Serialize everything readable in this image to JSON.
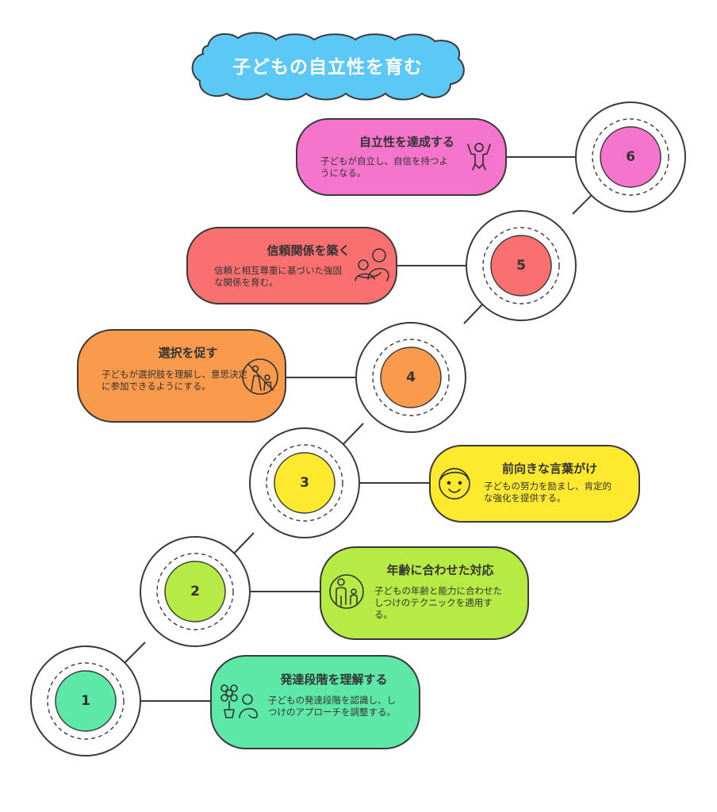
{
  "title": "子どもの自立性を育む",
  "colors": {
    "title_cloud": "#5bc8f5",
    "step1": "#5ee8a8",
    "step2": "#b6ea45",
    "step3": "#fde92e",
    "step4": "#f99a4c",
    "step5": "#fa6f6f",
    "step6": "#f574cc",
    "outline": "#3a3a3a"
  },
  "steps": [
    {
      "number": "1",
      "title": "発達段階を理解する",
      "description": "子どもの発達段階を認識し、しつけのアプローチを調整する。",
      "icon": "parent-flower-icon"
    },
    {
      "number": "2",
      "title": "年齢に合わせた対応",
      "description": "子どもの年齢と能力に合わせたしつけのテクニックを適用する。",
      "icon": "parent-child-icon"
    },
    {
      "number": "3",
      "title": "前向きな言葉がけ",
      "description": "子どもの努力を励まし、肯定的な強化を提供する。",
      "icon": "smiling-face-icon"
    },
    {
      "number": "4",
      "title": "選択を促す",
      "description": "子どもが選択肢を理解し、意思決定に参加できるようにする。",
      "icon": "no-guiding-icon"
    },
    {
      "number": "5",
      "title": "信頼関係を築く",
      "description": "信頼と相互尊重に基づいた強固な関係を育む。",
      "icon": "hugging-icon"
    },
    {
      "number": "6",
      "title": "自立性を達成する",
      "description": "子どもが自立し、自信を持つようになる。",
      "icon": "cheering-child-icon"
    }
  ]
}
